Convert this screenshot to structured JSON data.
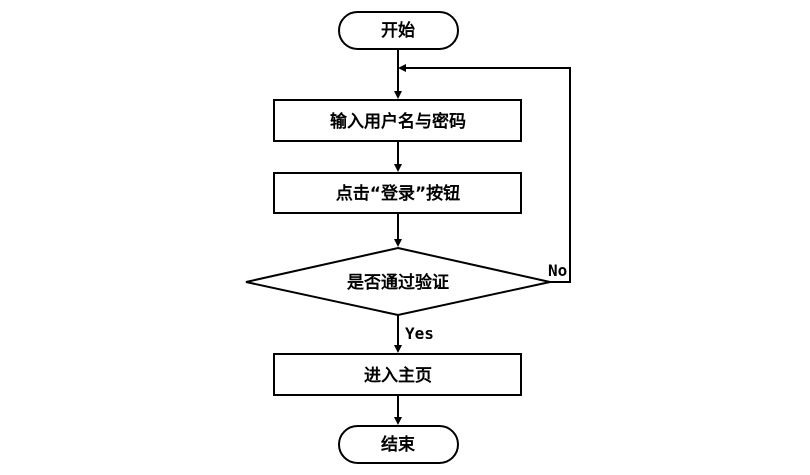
{
  "nodes": {
    "start": "开始",
    "input": "输入用户名与密码",
    "click": "点击“登录”按钮",
    "decision": "是否通过验证",
    "home": "进入主页",
    "end": "结束"
  },
  "edges": {
    "yes": "Yes",
    "no": "No"
  }
}
